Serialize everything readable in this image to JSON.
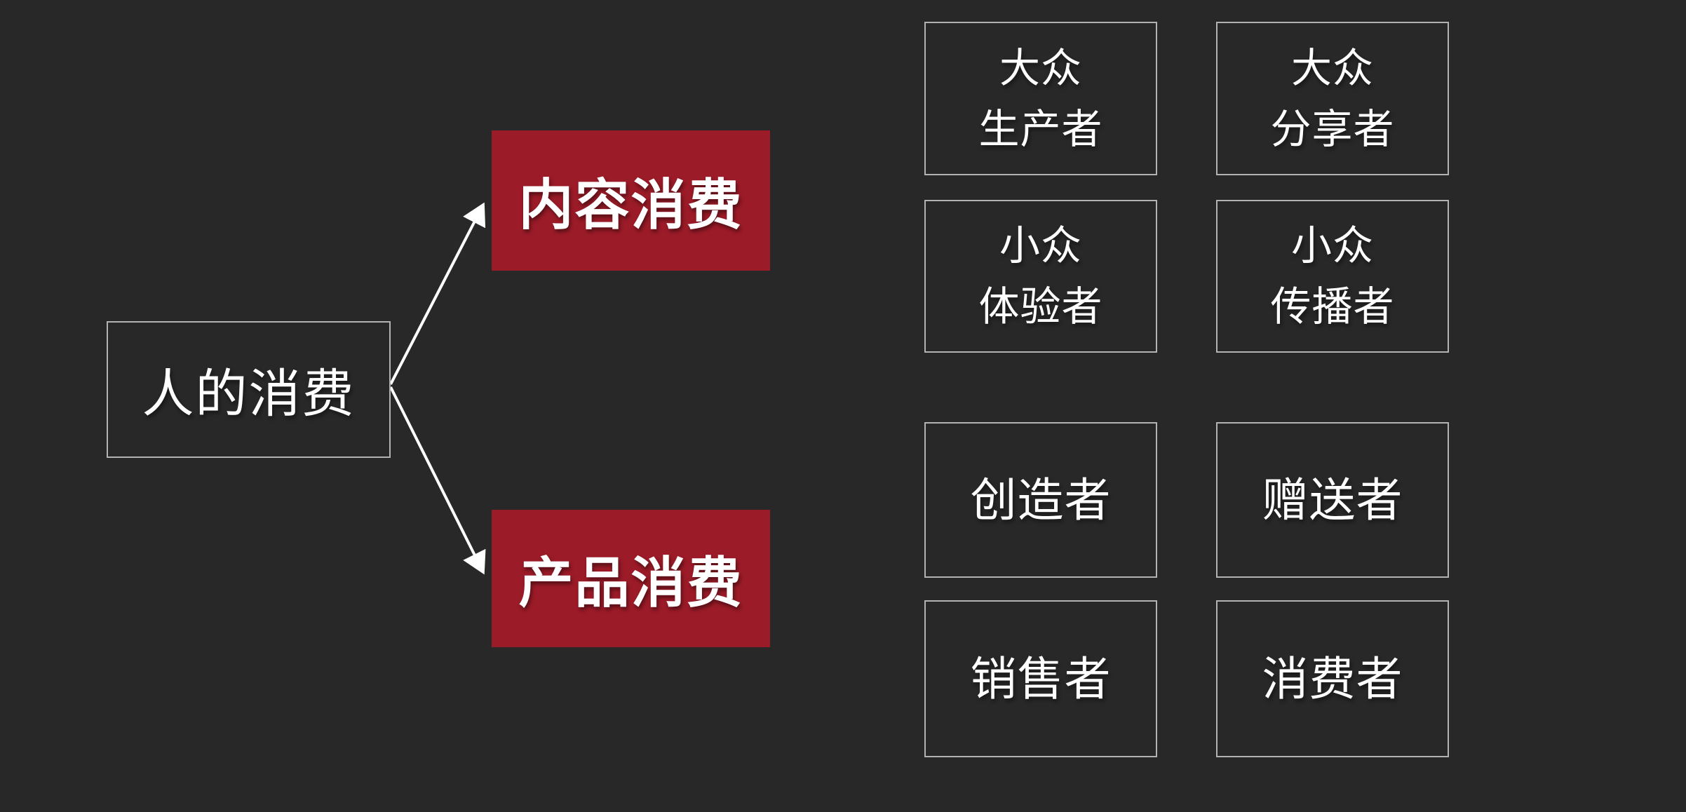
{
  "diagram": {
    "root": {
      "label": "人的消费"
    },
    "branches": {
      "content": {
        "label": "内容消费"
      },
      "product": {
        "label": "产品消费"
      }
    },
    "content_roles": [
      {
        "line1": "大众",
        "line2": "生产者"
      },
      {
        "line1": "大众",
        "line2": "分享者"
      },
      {
        "line1": "小众",
        "line2": "体验者"
      },
      {
        "line1": "小众",
        "line2": "传播者"
      }
    ],
    "product_roles": [
      {
        "label": "创造者"
      },
      {
        "label": "赠送者"
      },
      {
        "label": "销售者"
      },
      {
        "label": "消费者"
      }
    ],
    "colors": {
      "background": "#282828",
      "accent_red": "#9c1b28",
      "box_border": "#b3b3b3",
      "text": "#ffffff",
      "arrow": "#ffffff"
    }
  }
}
